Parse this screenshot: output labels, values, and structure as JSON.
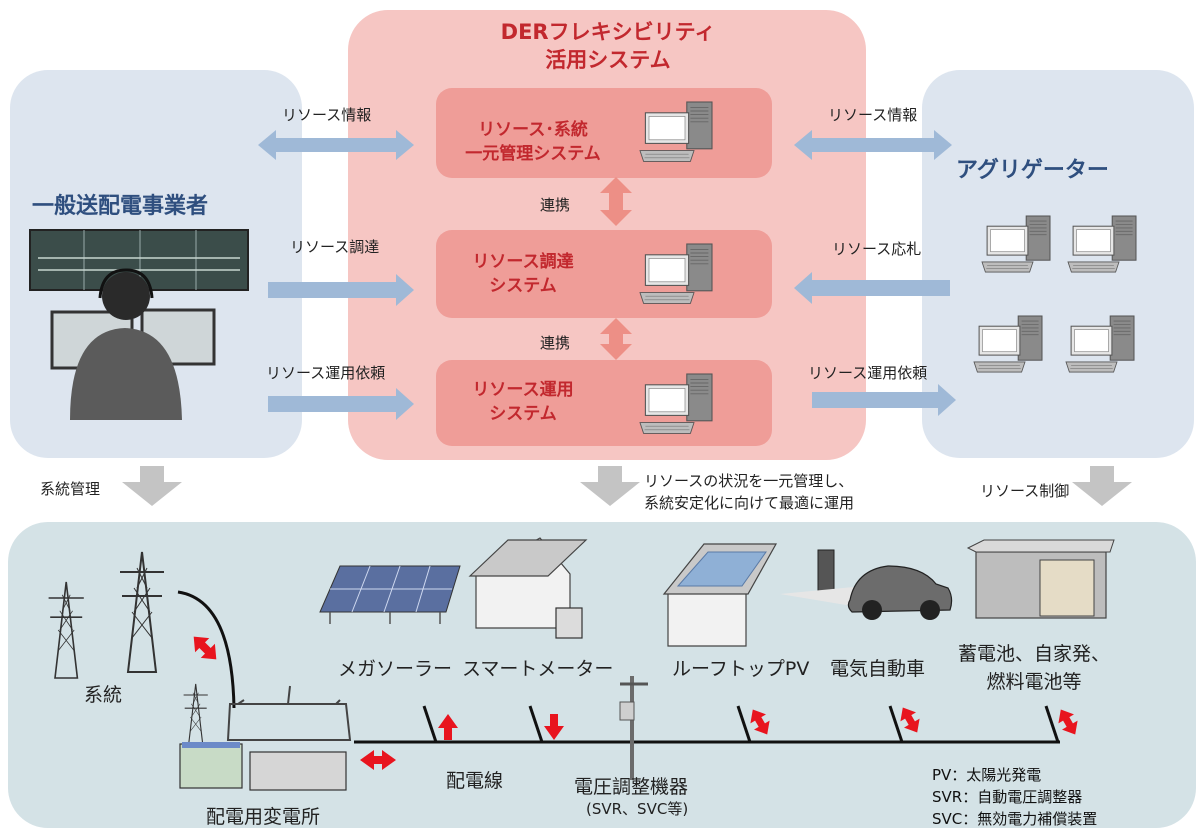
{
  "title_center": "DERフレキシビリティ\n活用システム",
  "left_actor": "一般送配電事業者",
  "right_actor": "アグリゲーター",
  "systems": [
    {
      "label": "リソース･系統\n一元管理システム"
    },
    {
      "label": "リソース調達\nシステム"
    },
    {
      "label": "リソース運用\nシステム"
    }
  ],
  "link_labels": [
    "連携",
    "連携"
  ],
  "left_flows": [
    "リソース情報",
    "リソース調達",
    "リソース運用依頼"
  ],
  "right_flows": [
    "リソース情報",
    "リソース応札",
    "リソース運用依頼"
  ],
  "down_labels": {
    "left": "系統管理",
    "center": "リソースの状況を一元管理し、\n系統安定化に向けて最適に運用",
    "right": "リソース制御"
  },
  "resources": {
    "grid": "系統",
    "mega_solar": "メガソーラー",
    "smart_meter": "スマートメーター",
    "rooftop_pv": "ルーフトップPV",
    "ev": "電気自動車",
    "storage": "蓄電池、自家発、\n燃料電池等",
    "line": "配電線",
    "voltage_device": "電圧調整機器",
    "voltage_device_note": "(SVR、SVC等)",
    "substation": "配電用変電所"
  },
  "legend": [
    "PV：太陽光発電",
    "SVR：自動電圧調整器",
    "SVC：無効電力補償装置"
  ],
  "colors": {
    "accent_red": "#c2282e",
    "center_panel": "#f6c6c3",
    "system_box": "#ef9d98",
    "side_panel": "#dde5ef",
    "bottom_panel": "#d4e2e6",
    "flow_arrow": "#9fb9d7",
    "down_arrow": "#c4c4c4",
    "power_arrow": "#e8141e"
  }
}
